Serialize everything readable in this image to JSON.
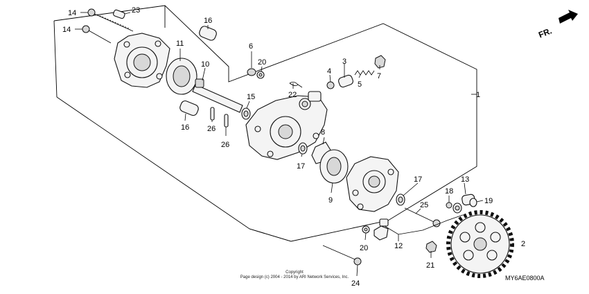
{
  "diagram": {
    "orientation_label": "FR.",
    "diagram_code": "MY6AE0800A",
    "copyright_line1": "Copyright",
    "copyright_line2": "Page design (c) 2004 - 2014 by ARI Network Services, Inc.",
    "callouts": [
      {
        "id": "c1",
        "text": "1"
      },
      {
        "id": "c2",
        "text": "2"
      },
      {
        "id": "c3",
        "text": "3"
      },
      {
        "id": "c4",
        "text": "4"
      },
      {
        "id": "c5",
        "text": "5"
      },
      {
        "id": "c6",
        "text": "6"
      },
      {
        "id": "c7",
        "text": "7"
      },
      {
        "id": "c8",
        "text": "8"
      },
      {
        "id": "c9",
        "text": "9"
      },
      {
        "id": "c10",
        "text": "10"
      },
      {
        "id": "c11",
        "text": "11"
      },
      {
        "id": "c12",
        "text": "12"
      },
      {
        "id": "c13",
        "text": "13"
      },
      {
        "id": "c14a",
        "text": "14"
      },
      {
        "id": "c14b",
        "text": "14"
      },
      {
        "id": "c15",
        "text": "15"
      },
      {
        "id": "c16a",
        "text": "16"
      },
      {
        "id": "c16b",
        "text": "16"
      },
      {
        "id": "c17a",
        "text": "17"
      },
      {
        "id": "c17b",
        "text": "17"
      },
      {
        "id": "c18",
        "text": "18"
      },
      {
        "id": "c19",
        "text": "19"
      },
      {
        "id": "c20a",
        "text": "20"
      },
      {
        "id": "c20b",
        "text": "20"
      },
      {
        "id": "c21",
        "text": "21"
      },
      {
        "id": "c22",
        "text": "22"
      },
      {
        "id": "c23",
        "text": "23"
      },
      {
        "id": "c24",
        "text": "24"
      },
      {
        "id": "c25",
        "text": "25"
      },
      {
        "id": "c26a",
        "text": "26"
      },
      {
        "id": "c26b",
        "text": "26"
      }
    ]
  }
}
